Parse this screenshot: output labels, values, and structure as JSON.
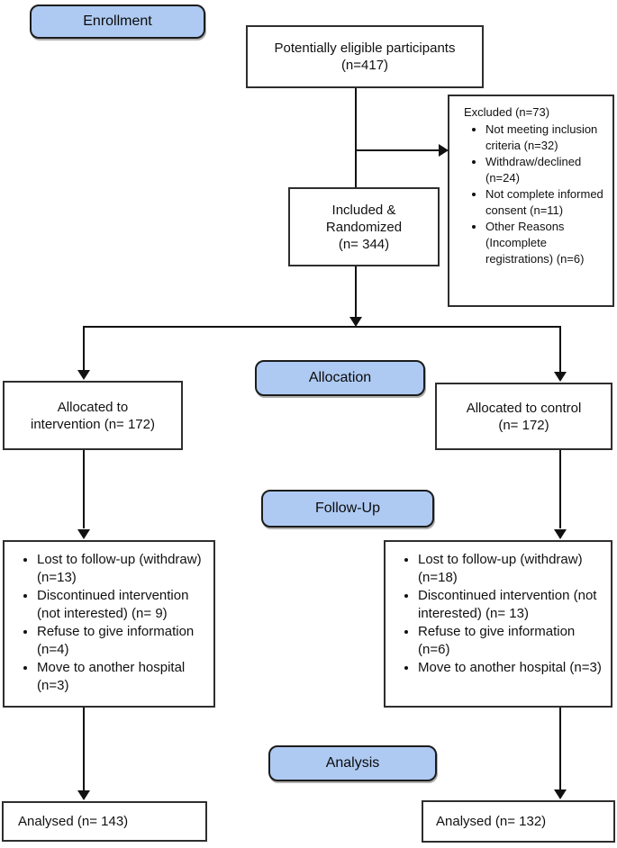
{
  "colors": {
    "badge_fill": "#aecaf2",
    "badge_border": "#1c1c1c",
    "box_border": "#2e2e2e",
    "connector": "#111111"
  },
  "stages": {
    "enrollment": "Enrollment",
    "allocation": "Allocation",
    "follow_up": "Follow-Up",
    "analysis": "Analysis"
  },
  "boxes": {
    "eligible": {
      "lines": [
        "Potentially eligible participants",
        "(n=417)"
      ]
    },
    "excluded": {
      "title": "Excluded (n=73)",
      "bullets": [
        "Not meeting inclusion criteria (n=32)",
        "Withdraw/declined (n=24)",
        "Not complete informed consent (n=11)",
        "Other Reasons (Incomplete registrations) (n=6)"
      ]
    },
    "randomized": {
      "lines": [
        "Included &",
        "Randomized",
        "(n= 344)"
      ]
    },
    "alloc_intervention": {
      "lines": [
        "Allocated to",
        "intervention (n= 172)"
      ]
    },
    "alloc_control": {
      "lines": [
        "Allocated to control",
        "(n= 172)"
      ]
    },
    "followup_intervention": {
      "bullets": [
        "Lost to follow-up (withdraw) (n=13)",
        "Discontinued intervention (not interested) (n= 9)",
        "Refuse to give information (n=4)",
        "Move to another hospital (n=3)"
      ]
    },
    "followup_control": {
      "bullets": [
        "Lost to follow-up (withdraw) (n=18)",
        "Discontinued intervention (not interested) (n= 13)",
        "Refuse to give information (n=6)",
        "Move to another hospital (n=3)"
      ]
    },
    "analysed_intervention": {
      "label": "Analysed (n= 143)"
    },
    "analysed_control": {
      "label": "Analysed (n= 132)"
    }
  }
}
